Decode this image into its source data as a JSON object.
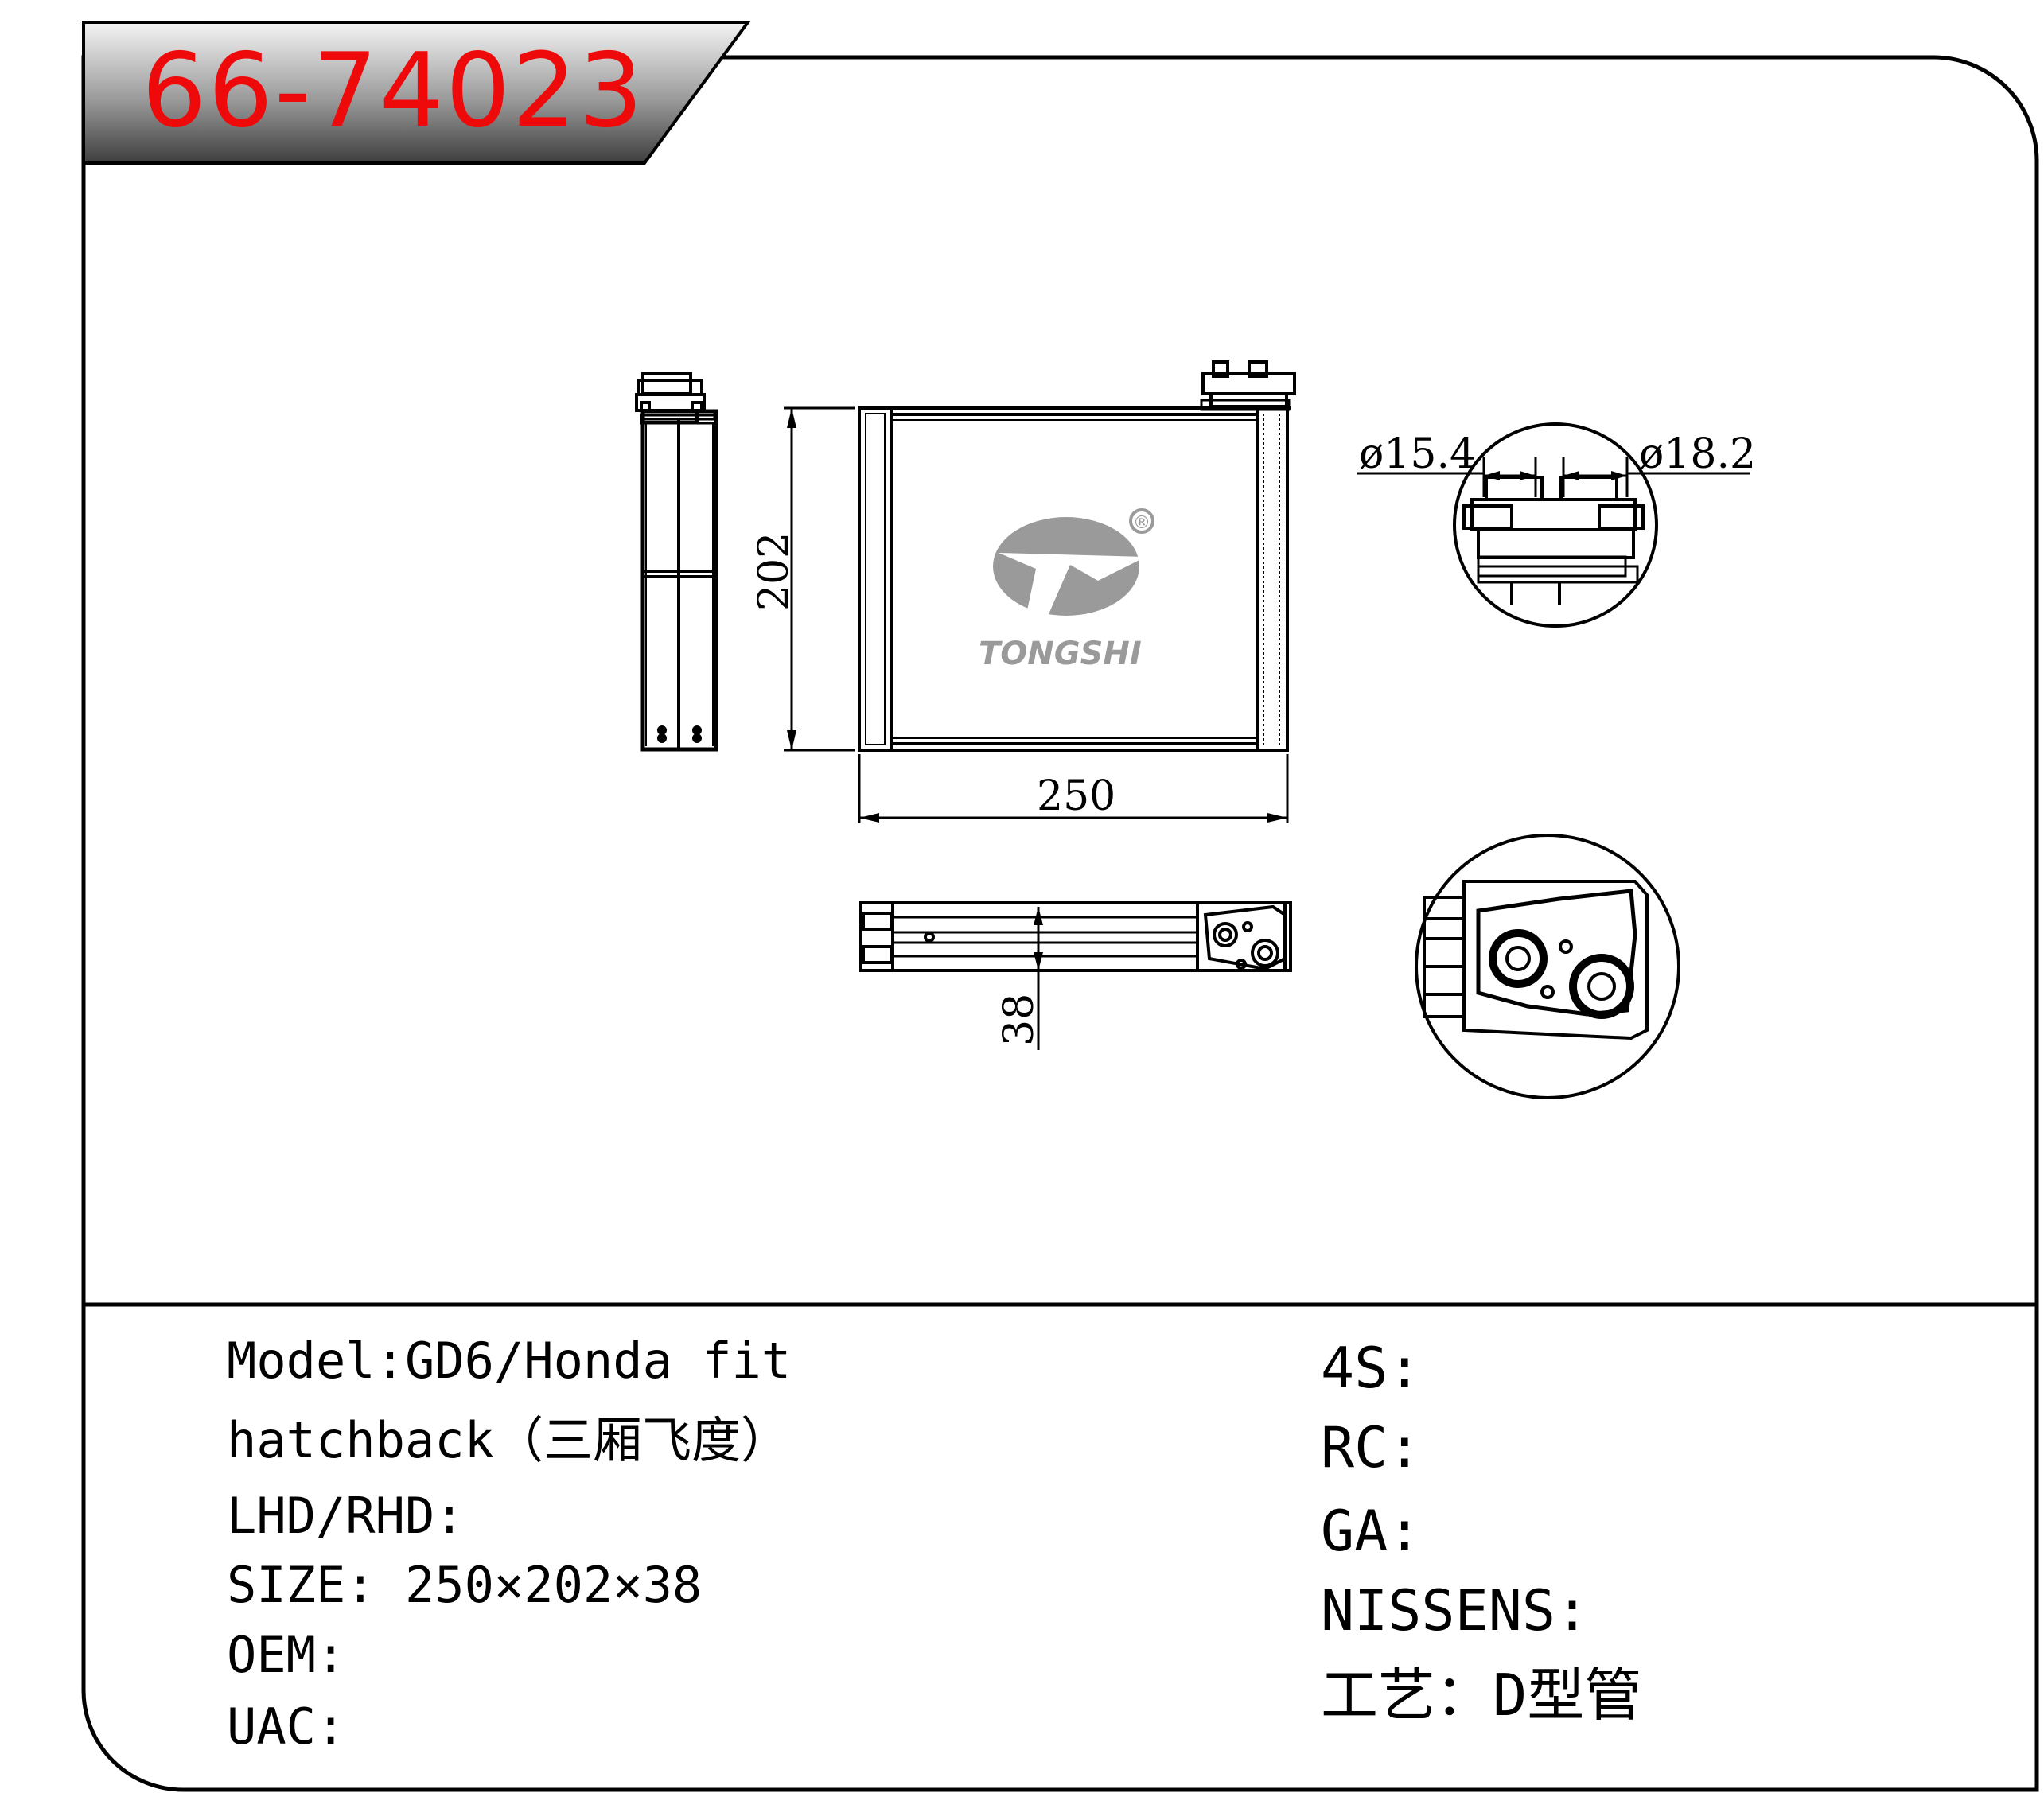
{
  "part_number": "66-74023",
  "brand": {
    "name": "TONGSHI",
    "registered_mark": "®"
  },
  "dimensions": {
    "width": "250",
    "height": "202",
    "depth": "38"
  },
  "fittings": {
    "left_diameter": "ø15.4",
    "right_diameter": "ø18.2"
  },
  "specs_left": [
    {
      "text": "Model:GD6/Honda fit"
    },
    {
      "text": "hatchback（三厢飞度）"
    },
    {
      "text": "LHD/RHD:"
    },
    {
      "text": "SIZE: 250×202×38"
    },
    {
      "text": "OEM:"
    },
    {
      "text": "UAC:"
    }
  ],
  "specs_right": [
    {
      "text": "4S:"
    },
    {
      "text": "RC:"
    },
    {
      "text": "GA:"
    },
    {
      "text": "NISSENS:"
    },
    {
      "text": "工艺：D型管"
    }
  ],
  "colors": {
    "part_number": "#ee0a0a",
    "title_tab": "#4a4a4a",
    "logo": "#9a9a9a",
    "line": "#000000"
  }
}
